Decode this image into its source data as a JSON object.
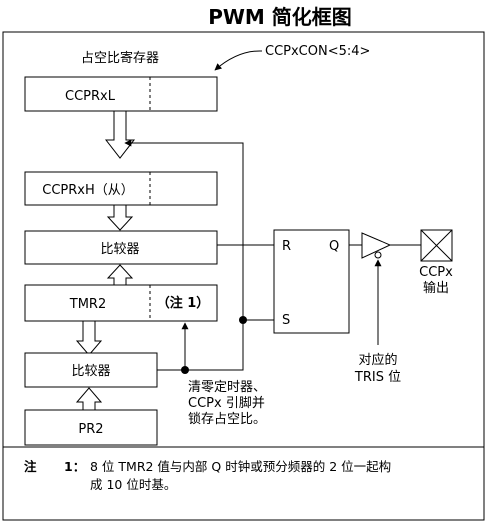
{
  "title": "PWM 简化框图",
  "labels": {
    "duty_cycle_registers": "占空比寄存器",
    "ccpxcon_bits": "CCPxCON<5:4>",
    "ccprxl": "CCPRxL",
    "ccprxh": "CCPRxH（从）",
    "comparator_top": "比较器",
    "tmr2": "TMR2",
    "note_ref": "（注 1）",
    "comparator_bottom": "比较器",
    "pr2": "PR2",
    "ff_r": "R",
    "ff_s": "S",
    "ff_q": "Q",
    "ccpx_out_line1": "CCPx",
    "ccpx_out_line2": "输出",
    "tris_line1": "对应的",
    "tris_line2": "TRIS 位",
    "clear_line1": "清零定时器、",
    "clear_line2": "CCPx 引脚并",
    "clear_line3": "锁存占空比。"
  },
  "note": {
    "prefix": "注",
    "number": "1：",
    "line1": "8 位 TMR2 值与内部 Q 时钟或预分频器的 2 位一起构",
    "line2": "成 10 位时基。"
  },
  "colors": {
    "line": "#000000",
    "background": "#ffffff"
  }
}
